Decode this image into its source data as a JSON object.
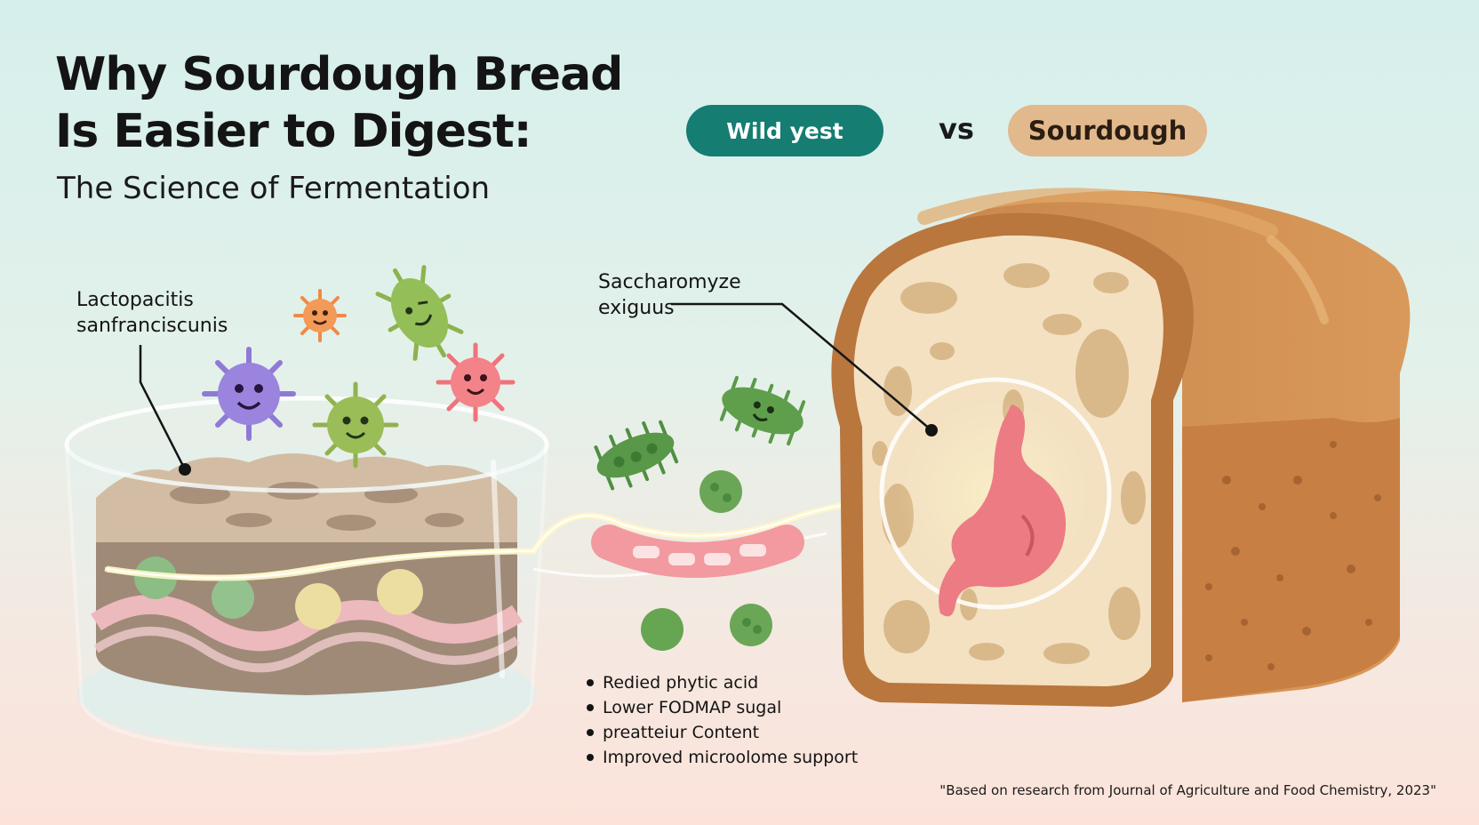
{
  "title": {
    "line1": "Why Sourdough Bread",
    "line2": "Is Easier to Digest:",
    "subtitle": "The Science of Fermentation"
  },
  "compare": {
    "left": "Wild yest",
    "vs": "vs",
    "right": "Sourdough"
  },
  "labels": {
    "lactobacillus_line1": "Lactopacitis",
    "lactobacillus_line2": "sanfranciscunis",
    "saccharomyces_line1": "Saccharomyze",
    "saccharomyces_line2": "exiguus"
  },
  "benefits": [
    "Redied phytic acid",
    "Lower FODMAP sugal",
    "preatteiur Content",
    "Improved microolome support"
  ],
  "citation": "\"Based on research from Journal of Agriculture and Food Chemistry, 2023\"",
  "colors": {
    "wild_yeast_pill": "#157d72",
    "sourdough_pill": "#e2b98c",
    "crust": "#b8743e",
    "crumb": "#f3e1c2",
    "stomach": "#ec7b84"
  },
  "icons": [
    "microbe-icon",
    "stomach-icon",
    "bread-loaf-icon",
    "starter-jar-icon"
  ]
}
